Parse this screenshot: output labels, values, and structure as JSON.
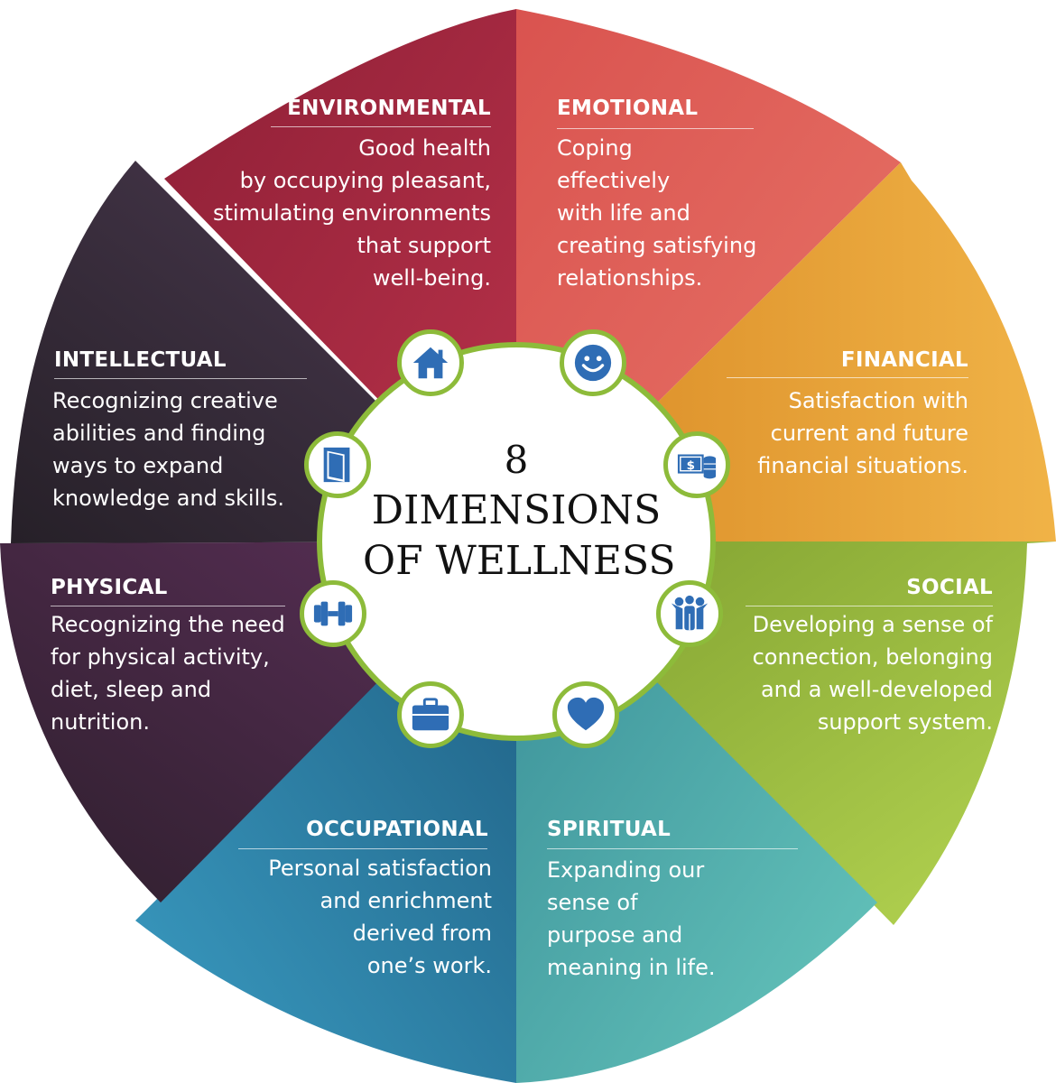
{
  "center": {
    "number": "8",
    "line1": "DIMENSIONS",
    "line2": "OF WELLNESS"
  },
  "colors": {
    "ring": "#8dbb3a",
    "icon": "#2f6db5",
    "environmental": "#a5273f",
    "emotional": "#e0605c",
    "financial": "#e9a136",
    "social": "#9ec53c",
    "spiritual": "#4fb3ae",
    "occupational": "#2a7ea5",
    "physical": "#4a2846",
    "intellectual": "#3e2f45"
  },
  "segments": {
    "environmental": {
      "title": "ENVIRONMENTAL",
      "body": "Good health\nby occupying pleasant,\nstimulating environments\nthat support\nwell-being.",
      "icon": "house-icon"
    },
    "emotional": {
      "title": "EMOTIONAL",
      "body": "Coping\neffectively\nwith life and\ncreating satisfying\nrelationships.",
      "icon": "smiley-icon"
    },
    "financial": {
      "title": "FINANCIAL",
      "body": "Satisfaction with\ncurrent and future\nfinancial situations.",
      "icon": "money-icon"
    },
    "social": {
      "title": "SOCIAL",
      "body": "Developing a sense of\nconnection, belonging\nand a well-developed\nsupport system.",
      "icon": "people-icon"
    },
    "spiritual": {
      "title": "SPIRITUAL",
      "body": "Expanding our\nsense of\npurpose and\nmeaning in life.",
      "icon": "heart-icon"
    },
    "occupational": {
      "title": "OCCUPATIONAL",
      "body": "Personal satisfaction\nand enrichment\nderived from\none’s work.",
      "icon": "briefcase-icon"
    },
    "physical": {
      "title": "PHYSICAL",
      "body": "Recognizing the need\nfor physical activity,\ndiet, sleep and\nnutrition.",
      "icon": "dumbbell-icon"
    },
    "intellectual": {
      "title": "INTELLECTUAL",
      "body": "Recognizing creative\nabilities and finding\nways to expand\nknowledge and skills.",
      "icon": "book-icon"
    }
  }
}
